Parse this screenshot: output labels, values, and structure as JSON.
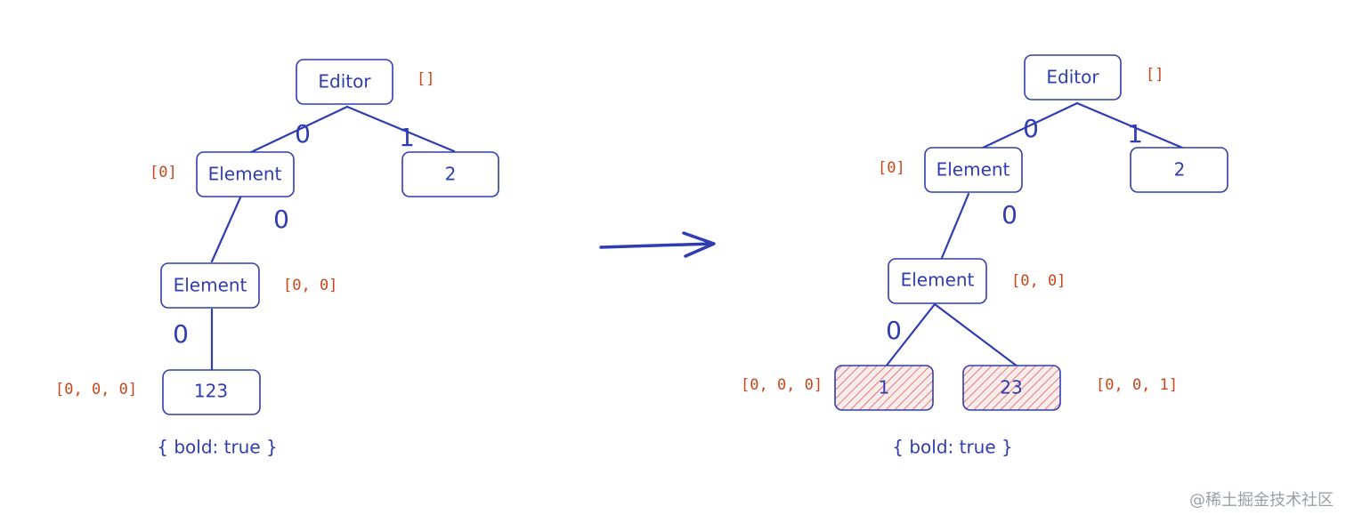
{
  "left_tree": {
    "nodes": {
      "editor": {
        "label": "Editor",
        "path": "[]"
      },
      "element1": {
        "label": "Element",
        "path": "[0]"
      },
      "leaf2": {
        "label": "2"
      },
      "element2": {
        "label": "Element",
        "path": "[0, 0]"
      },
      "text": {
        "label": "123",
        "path": "[0, 0, 0]"
      }
    },
    "edge_labels": {
      "editor_element1": "0",
      "editor_leaf2": "1",
      "element1_element2": "0",
      "element2_text": "0"
    },
    "mark": "{ bold: true }"
  },
  "right_tree": {
    "nodes": {
      "editor": {
        "label": "Editor",
        "path": "[]"
      },
      "element1": {
        "label": "Element",
        "path": "[0]"
      },
      "leaf2": {
        "label": "2"
      },
      "element2": {
        "label": "Element",
        "path": "[0, 0]"
      },
      "text1": {
        "label": "1",
        "path": "[0, 0, 0]"
      },
      "text2": {
        "label": "23",
        "path": "[0, 0, 1]"
      }
    },
    "edge_labels": {
      "editor_element1": "0",
      "editor_leaf2": "1",
      "element1_element2": "0",
      "element2_text1": "0"
    },
    "mark": "{ bold: true }"
  },
  "watermark": "@稀土掘金技术社区",
  "colors": {
    "ink": "#2f3db0",
    "path": "#c7461a",
    "highlight": "#e07a7a"
  }
}
